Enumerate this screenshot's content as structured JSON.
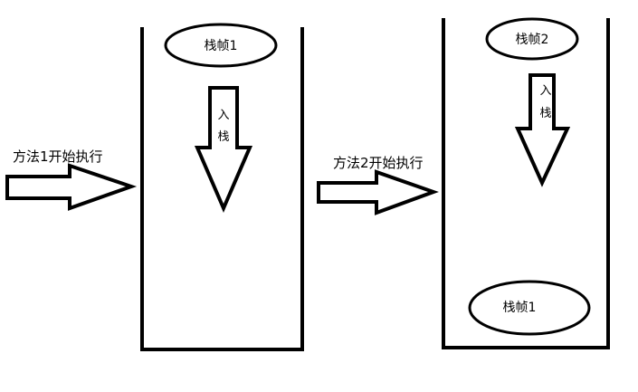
{
  "diagram": {
    "colors": {
      "stroke": "#000000",
      "fill": "#ffffff",
      "background": "#ffffff"
    },
    "left_panel": {
      "method_label": "方法1开始执行",
      "frame_top": "栈帧1",
      "push_char_1": "入",
      "push_char_2": "栈"
    },
    "right_panel": {
      "method_label": "方法2开始执行",
      "frame_top": "栈帧2",
      "frame_bottom": "栈帧1",
      "push_char_1": "入",
      "push_char_2": "栈"
    }
  }
}
